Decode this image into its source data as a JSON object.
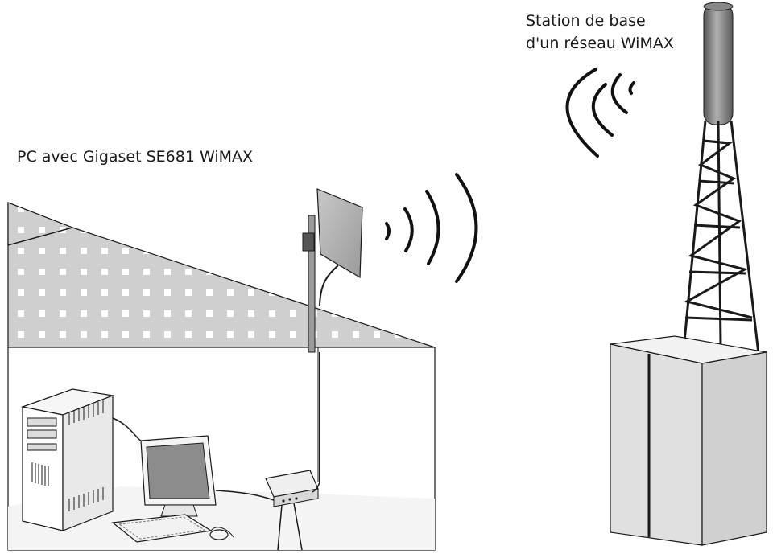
{
  "labels": {
    "pc": "PC avec Gigaset SE681 WiMAX",
    "station_line1": "Station de base",
    "station_line2": "d'un réseau WiMAX"
  },
  "colors": {
    "roof_fill": "#d2d2d2",
    "roof_tile": "#ffffff",
    "line": "#1a1a1a",
    "tower": "#7a7a7a",
    "cabinet": "#e6e6e6",
    "floor": "#f3f3f3",
    "screen": "#8c8c8c"
  },
  "icons": {
    "antenna": "outdoor-antenna-icon",
    "pc": "desktop-pc-icon",
    "monitor": "monitor-icon",
    "modem": "modem-icon",
    "tower": "base-station-tower-icon",
    "waves": "radio-waves-icon"
  }
}
